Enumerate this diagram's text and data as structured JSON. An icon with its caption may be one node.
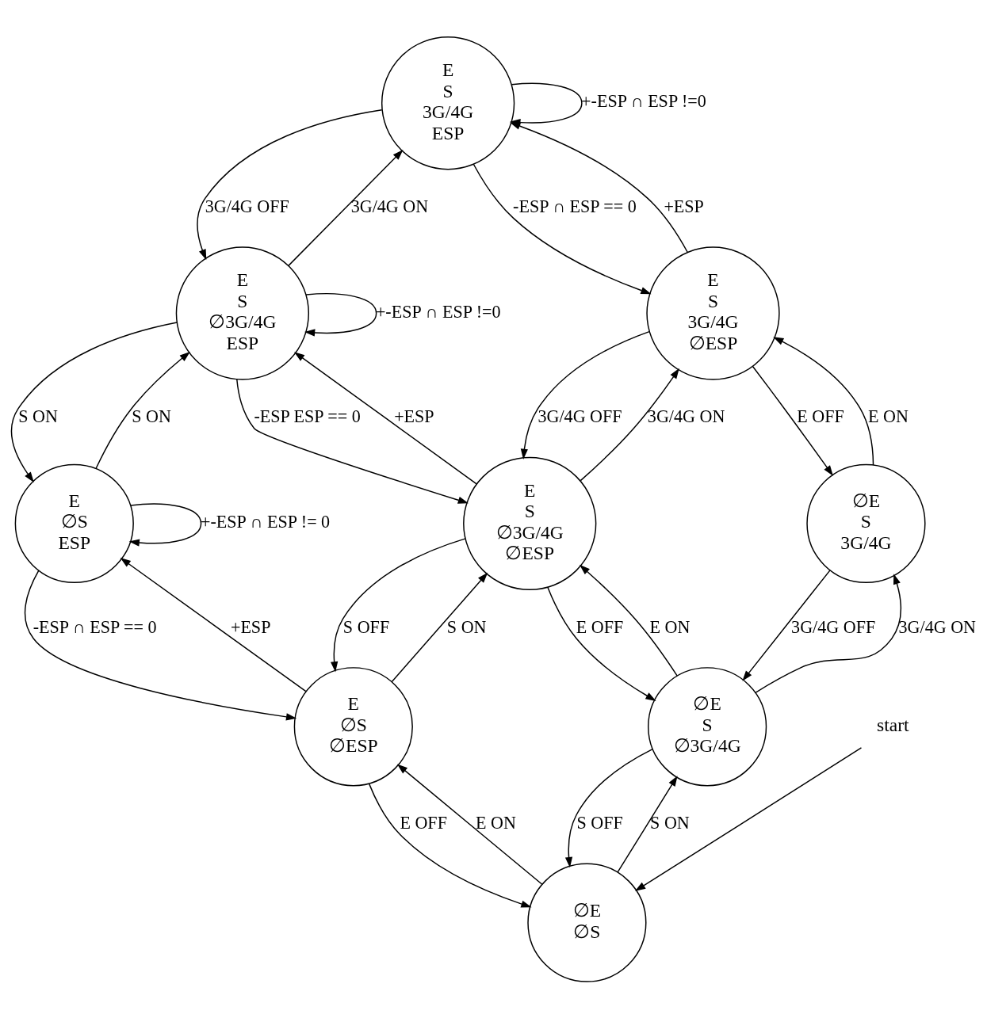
{
  "diagram": {
    "nodes": [
      {
        "text": [
          "E S 3G/4G ESP"
        ]
      },
      {
        "text": [
          "E S ∅3G/4G ESP"
        ]
      },
      {
        "text": [
          "E S 3G/4G ∅ESP"
        ]
      },
      {
        "text": [
          "E ∅S ESP"
        ]
      },
      {
        "text": [
          "E S ∅3G/4G ∅ESP"
        ]
      },
      {
        "text": [
          "∅E S 3G/4G"
        ]
      },
      {
        "text": [
          "E ∅S ∅ESP"
        ]
      },
      {
        "text": [
          "∅E S ∅3G/4G"
        ]
      },
      {
        "text": [
          "∅E ∅S"
        ]
      },
      {
        "text": [
          "start"
        ]
      }
    ],
    "edges": [
      {
        "from": 0,
        "to": 0,
        "arrow": "to",
        "label": "+-ESP ∩ ESP !=0"
      },
      {
        "from": 0,
        "to": 1,
        "arrow": "to",
        "label": "3G/4G OFF"
      },
      {
        "from": 1,
        "to": 0,
        "arrow": "to",
        "label": "3G/4G ON"
      },
      {
        "from": 1,
        "to": 1,
        "arrow": "to",
        "label": "+-ESP ∩ ESP !=0"
      },
      {
        "from": 0,
        "to": 2,
        "arrow": "to",
        "label": "-ESP ∩ ESP == 0"
      },
      {
        "from": 2,
        "to": 0,
        "arrow": "to",
        "label": "+ESP"
      },
      {
        "from": 1,
        "to": 3,
        "arrow": "to",
        "label": "S ON"
      },
      {
        "from": 3,
        "to": 1,
        "arrow": "to",
        "label": "S ON"
      },
      {
        "from": 4,
        "to": 1,
        "arrow": "to",
        "label": "+ESP"
      },
      {
        "from": 1,
        "to": 4,
        "arrow": "to",
        "label": "-ESP ESP == 0"
      },
      {
        "from": 2,
        "to": 4,
        "arrow": "to",
        "label": "3G/4G OFF"
      },
      {
        "from": 4,
        "to": 2,
        "arrow": "to",
        "label": "3G/4G ON"
      },
      {
        "from": 2,
        "to": 5,
        "arrow": "to",
        "label": "E OFF"
      },
      {
        "from": 5,
        "to": 2,
        "arrow": "to",
        "label": "E ON"
      },
      {
        "from": 3,
        "to": 3,
        "arrow": "to",
        "label": "+-ESP ∩ ESP != 0"
      },
      {
        "from": 3,
        "to": 6,
        "arrow": "to",
        "label": "-ESP ∩ ESP == 0"
      },
      {
        "from": 6,
        "to": 3,
        "arrow": "to",
        "label": "+ESP"
      },
      {
        "from": 4,
        "to": 6,
        "arrow": "to",
        "label": "S OFF"
      },
      {
        "from": 6,
        "to": 4,
        "arrow": "to",
        "label": "S ON"
      },
      {
        "from": 4,
        "to": 7,
        "arrow": "to",
        "label": "E OFF"
      },
      {
        "from": 7,
        "to": 4,
        "arrow": "to",
        "label": "E ON"
      },
      {
        "from": 5,
        "to": 7,
        "arrow": "to",
        "label": "3G/4G OFF"
      },
      {
        "from": 7,
        "to": 5,
        "arrow": "to",
        "label": "3G/4G ON"
      },
      {
        "from": 8,
        "to": 6,
        "arrow": "to",
        "label": "E ON"
      },
      {
        "from": 6,
        "to": 8,
        "arrow": "to",
        "label": "E OFF"
      },
      {
        "from": 7,
        "to": 8,
        "arrow": "to",
        "label": "S OFF"
      },
      {
        "from": 8,
        "to": 7,
        "arrow": "to",
        "label": "S ON"
      },
      {
        "from": 9,
        "to": 8,
        "arrow": "to"
      }
    ]
  }
}
